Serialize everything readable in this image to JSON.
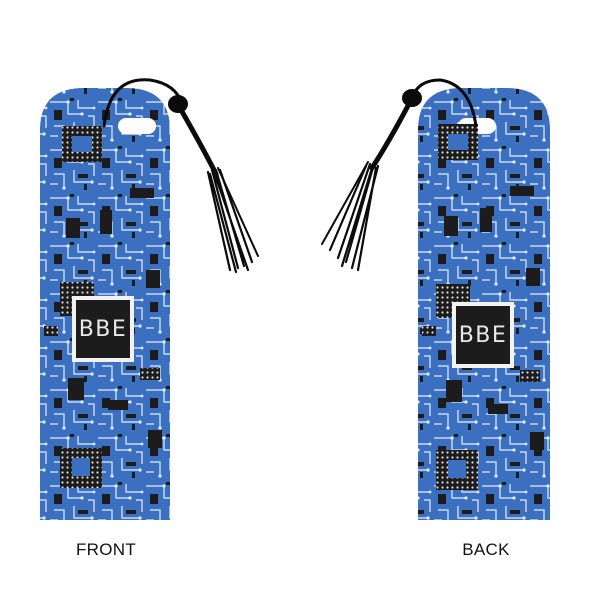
{
  "bookmarks": [
    {
      "side_label": "FRONT",
      "monogram": "BBE"
    },
    {
      "side_label": "BACK",
      "monogram": "BBE"
    }
  ],
  "colors": {
    "board": "#3b6fbf",
    "trace": "#e6eef9",
    "chip": "#1c1c1c",
    "tassel": "#0b0b0b"
  }
}
